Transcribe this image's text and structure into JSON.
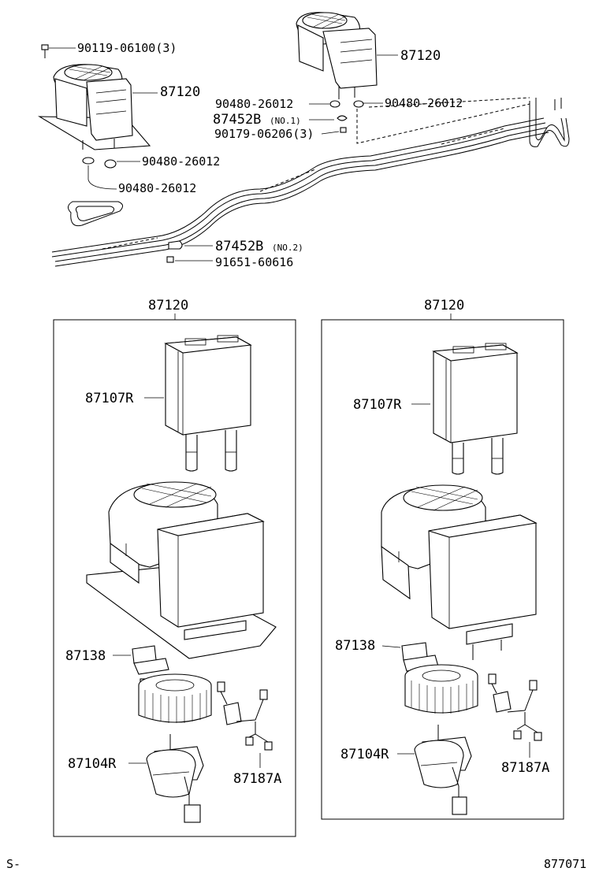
{
  "top": {
    "left_bolt": "90119-06100(3)",
    "left_unit": "87120",
    "left_grommet_a": "90480-26012",
    "left_grommet_b": "90480-26012",
    "right_unit": "87120",
    "right_grommet_a": "90480-26012",
    "right_grommet_b": "90480-26012",
    "clamp_no1": "87452B",
    "clamp_no1_suffix": "(NO.1)",
    "right_screw": "90179-06206(3)",
    "clamp_no2": "87452B",
    "clamp_no2_suffix": "(NO.2)",
    "bottom_bolt": "91651-60616"
  },
  "left_box": {
    "title": "87120",
    "heater_core": "87107R",
    "resistor": "87138",
    "motor": "87104R",
    "wire": "87187A"
  },
  "right_box": {
    "title": "87120",
    "heater_core": "87107R",
    "resistor": "87138",
    "motor": "87104R",
    "wire": "87187A"
  },
  "footer": {
    "left_code": "S-",
    "right_code": "877071"
  },
  "icons": [
    "heater-unit-icon",
    "heater-core-icon",
    "blower-case-icon",
    "blower-fan-icon",
    "blower-motor-icon",
    "wire-harness-icon",
    "resistor-icon",
    "bolt-icon",
    "grommet-icon",
    "clamp-icon",
    "pipe-icon"
  ]
}
